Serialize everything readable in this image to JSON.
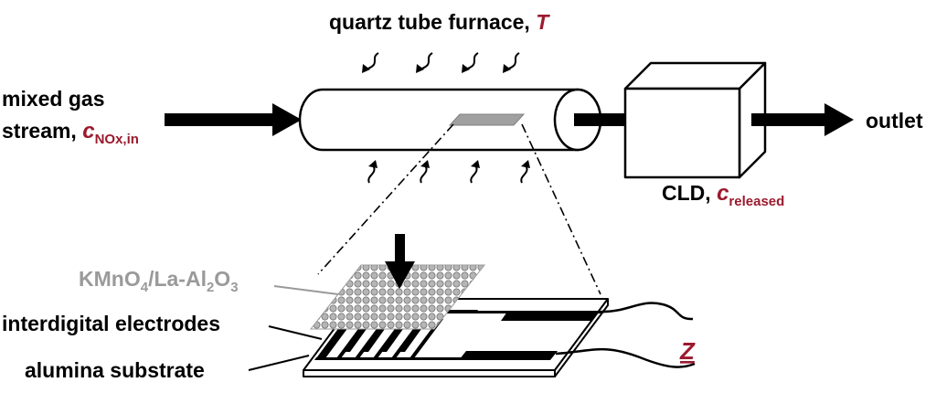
{
  "labels": {
    "furnace": "quartz tube furnace, ",
    "furnace_var": "T",
    "inlet_line1": "mixed gas",
    "inlet_line2": "stream, ",
    "inlet_var": "c",
    "inlet_sub": "NOx,in",
    "cld": "CLD, ",
    "cld_var": "c",
    "cld_sub": "released",
    "outlet": "outlet",
    "coating_a": "KMnO",
    "coating_sub1": "4",
    "coating_b": "/La-Al",
    "coating_sub2": "2",
    "coating_c": "O",
    "coating_sub3": "3",
    "electrodes": "interdigital electrodes",
    "substrate": "alumina substrate",
    "impedance": "Z"
  },
  "colors": {
    "accent": "#9b1a2e",
    "coating": "#9a9a9a",
    "sample": "#a0a0a0",
    "ink": "#000000"
  }
}
